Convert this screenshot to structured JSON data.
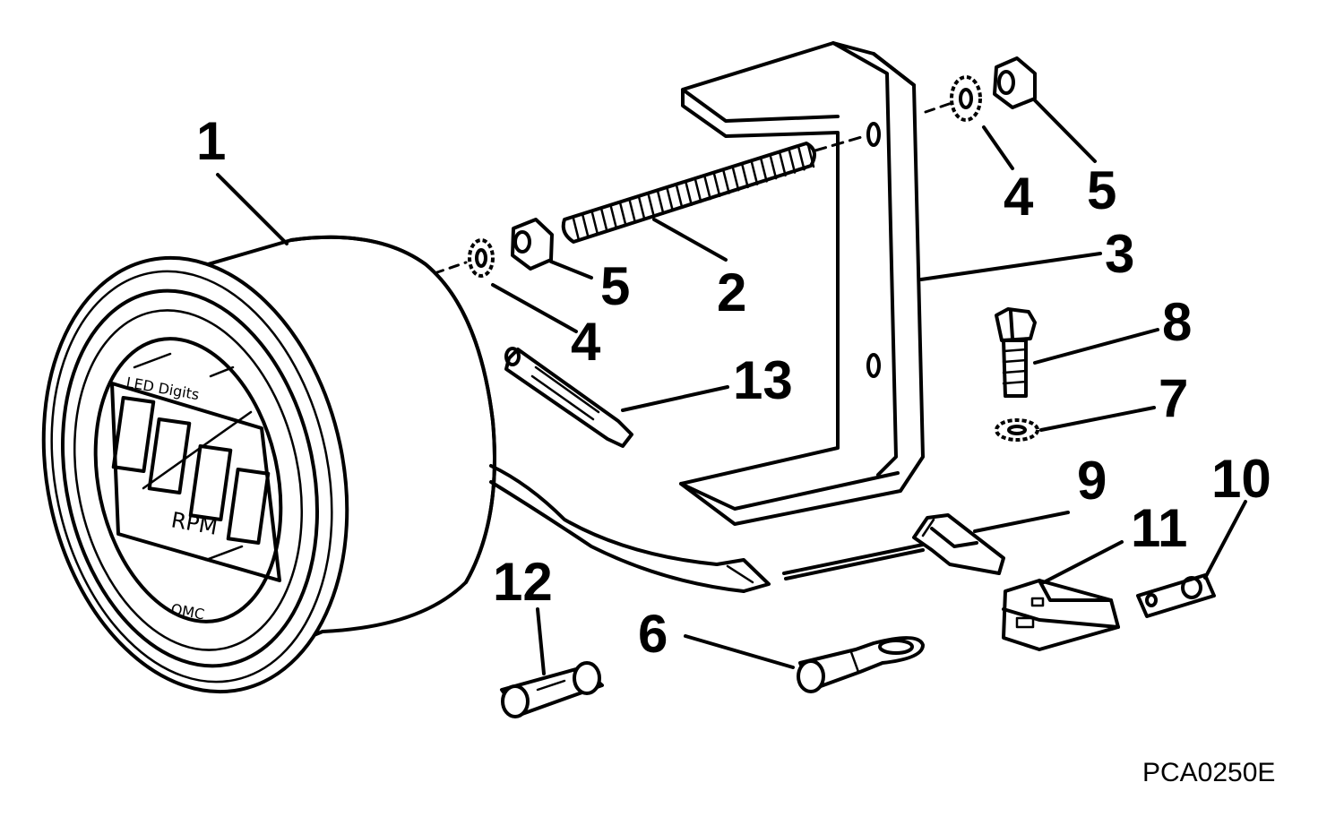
{
  "diagram": {
    "figure_code": "PCA0250E",
    "gauge_brand": "OMC",
    "gauge_small_text": "LED Digits",
    "gauge_unit": "RPM",
    "parts": [
      {
        "id": "label-1",
        "text": "1"
      },
      {
        "id": "label-2",
        "text": "2"
      },
      {
        "id": "label-3",
        "text": "3"
      },
      {
        "id": "label-4a",
        "text": "4"
      },
      {
        "id": "label-4b",
        "text": "4"
      },
      {
        "id": "label-5a",
        "text": "5"
      },
      {
        "id": "label-5b",
        "text": "5"
      },
      {
        "id": "label-6",
        "text": "6"
      },
      {
        "id": "label-7",
        "text": "7"
      },
      {
        "id": "label-8",
        "text": "8"
      },
      {
        "id": "label-9",
        "text": "9"
      },
      {
        "id": "label-10",
        "text": "10"
      },
      {
        "id": "label-11",
        "text": "11"
      },
      {
        "id": "label-12",
        "text": "12"
      },
      {
        "id": "label-13",
        "text": "13"
      }
    ]
  }
}
